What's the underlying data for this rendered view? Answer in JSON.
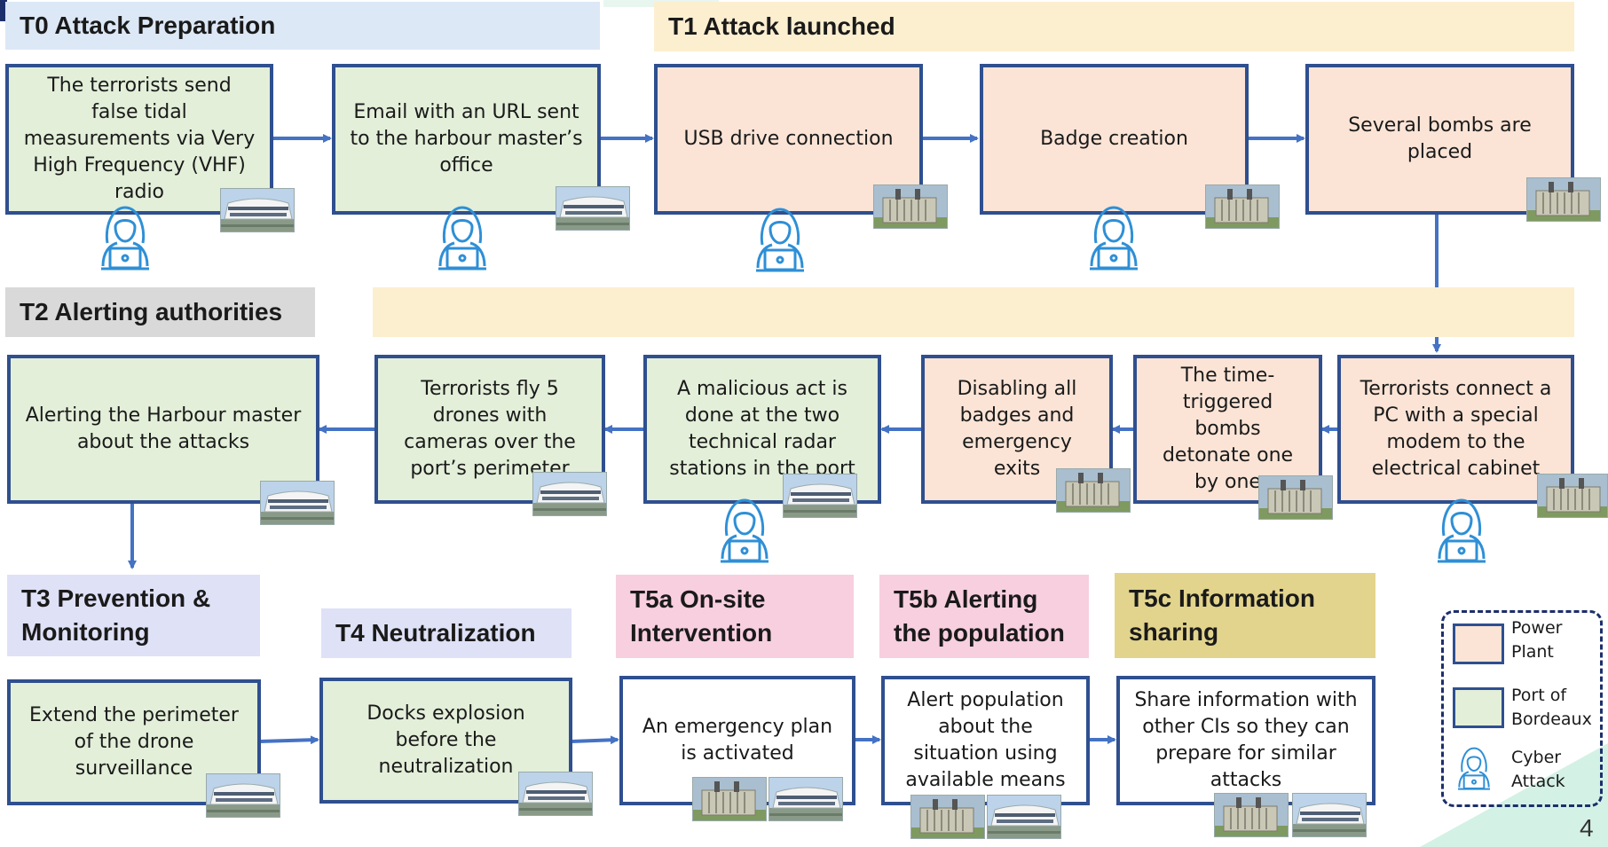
{
  "headers": {
    "t0": "T0 Attack Preparation",
    "t1": "T1 Attack launched",
    "t2": "T2 Alerting authorities",
    "t3": "T3 Prevention &\nMonitoring",
    "t4": "T4 Neutralization",
    "t5a": "T5a On-site\nIntervention",
    "t5b": "T5b Alerting\nthe population",
    "t5c": "T5c Information\nsharing"
  },
  "steps": {
    "false_tidal": "The terrorists send false tidal measurements via Very High Frequency (VHF) radio",
    "email_url": "Email with an URL sent to the harbour master’s office",
    "usb_drive": "USB drive connection",
    "badge_creation": "Badge creation",
    "bombs_placed": "Several bombs are placed",
    "pc_modem": "Terrorists connect a PC with a special modem to the electrical cabinet",
    "time_bombs": "The time-triggered bombs detonate one by one",
    "disabling_badges": "Disabling all badges and emergency exits",
    "malicious_radar": "A malicious act is done at the two technical radar stations in the port",
    "drones": "Terrorists fly 5 drones with cameras over the port’s perimeter",
    "alert_harbour": "Alerting the Harbour master about the attacks",
    "extend_perimeter": "Extend the perimeter of the drone surveillance",
    "docks_explosion": "Docks explosion before the neutralization",
    "emergency_plan": "An emergency plan is activated",
    "alert_population": "Alert population about the situation using available means",
    "share_info": "Share information with other CIs so they can prepare for similar attacks"
  },
  "legend": {
    "power_plant": "Power\nPlant",
    "port": "Port of\nBordeaux",
    "cyber": "Cyber\nAttack"
  },
  "page_number": "4",
  "colors": {
    "port_fill": "#e3efd9",
    "power_fill": "#fbe4d6",
    "border": "#2f4f8f",
    "arrow": "#4472c4",
    "cyber_icon": "#2e8fd6"
  },
  "icons": {
    "port_thumb": "port-building-icon",
    "power_thumb": "transformer-icon",
    "cyber": "hacker-laptop-icon"
  }
}
